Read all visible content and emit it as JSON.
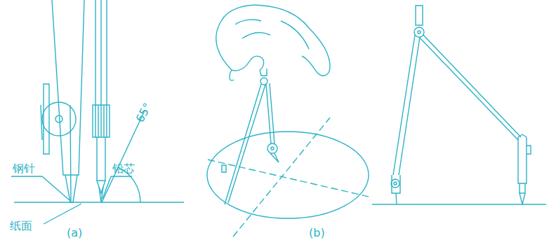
{
  "diagram": {
    "labels": [
      "钢针",
      "铅芯",
      "65°",
      "纸面",
      "(a)",
      "(b)"
    ]
  }
}
